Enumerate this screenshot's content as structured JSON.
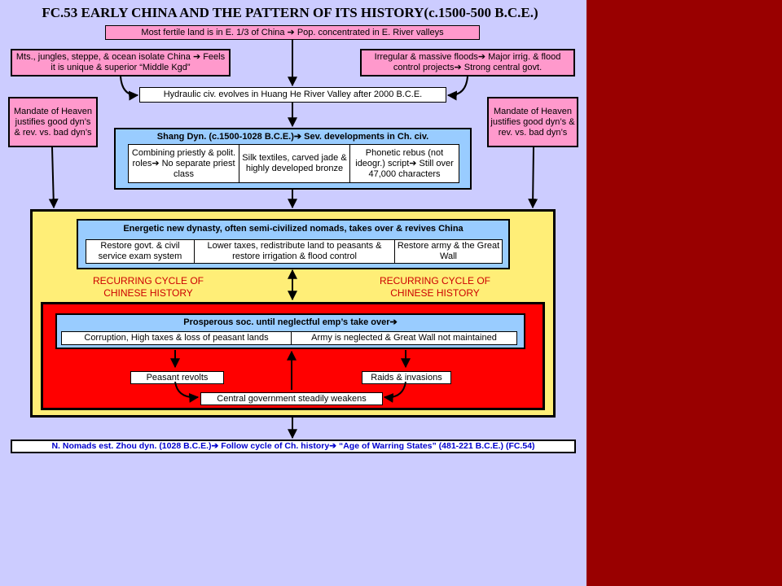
{
  "title": "FC.53 EARLY CHINA AND THE PATTERN OF ITS HISTORY(c.1500-500 B.C.E.)",
  "top_banner": "Most fertile land is in E. 1/3 of China ➔ Pop. concentrated in E. River valleys",
  "left_isolation": "Mts., jungles, steppe, & ocean isolate China ➔ Feels it is unique & superior “Middle Kgd”",
  "right_floods": "Irregular & massive floods➔ Major irrig. & flood control projects➔ Strong central govt.",
  "hydraulic": "Hydraulic civ. evolves in Huang He River Valley after 2000 B.C.E.",
  "mandate_left": "Mandate of Heaven justifies good dyn’s & rev. vs. bad dyn’s",
  "mandate_right": "Mandate of Heaven justifies good dyn’s & rev. vs. bad dyn’s",
  "shang": {
    "header": "Shang Dyn. (c.1500-1028 B.C.E.)➔ Sev. developments in Ch. civ.",
    "cells": [
      "Combining priestly & polit. roles➔ No separate priest class",
      "Silk textiles, carved jade & highly developed bronze",
      "Phonetic rebus (not ideogr.) script➔ Still over 47,000 characters"
    ]
  },
  "energetic": {
    "header": "Energetic new dynasty, often semi-civilized nomads, takes over & revives China",
    "cells": [
      "Restore govt. & civil service exam system",
      "Lower taxes, redistribute land to peasants & restore irrigation & flood control",
      "Restore army & the Great Wall"
    ]
  },
  "cycle_left": "RECURRING CYCLE OF CHINESE HISTORY",
  "cycle_right": "RECURRING CYCLE OF CHINESE HISTORY",
  "prosperous": {
    "header": "Prosperous soc. until neglectful emp’s take over➔",
    "cells": [
      "Corruption, High taxes & loss of peasant lands",
      "Army is neglected & Great Wall not maintained"
    ]
  },
  "peasant_revolts": "Peasant revolts",
  "raids": "Raids & invasions",
  "central_weakens": "Central government steadily weakens",
  "bottom": "N. Nomads est. Zhou dyn. (1028 B.C.E.)➔ Follow cycle of Ch. history➔ “Age of Warring States” (481-221 B.C.E.) (FC.54)",
  "colors": {
    "slide_bg": "#ccccff",
    "side_panel": "#990000",
    "pink": "#ff99cc",
    "light_blue": "#99ccff",
    "yellow": "#ffee77",
    "red": "#ff0000",
    "cycle_text": "#cc0000",
    "bottom_text": "#0000cc"
  }
}
